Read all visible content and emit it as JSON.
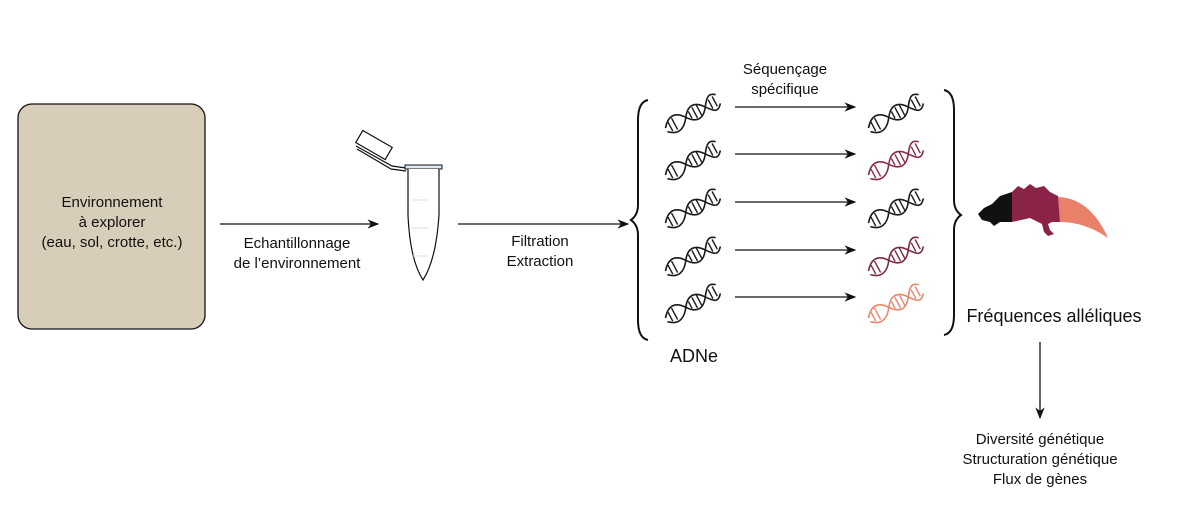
{
  "environment": {
    "lines": [
      "Environnement",
      "à explorer",
      "(eau, sol, crotte, etc.)"
    ],
    "color": "#d8cdb8"
  },
  "step1": {
    "lines": [
      "Echantillonnage",
      "de l’environnement"
    ]
  },
  "step2": {
    "lines": [
      "Filtration",
      "Extraction"
    ]
  },
  "step3": {
    "lines": [
      "Séquençage",
      "spécifique"
    ]
  },
  "edna_label": "ADNe",
  "allele_label": "Fréquences alléliques",
  "outcomes": [
    "Diversité génétique",
    "Structuration génétique",
    "Flux de gènes"
  ],
  "dna_colors": [
    "#1a1a1a",
    "#8b2a4a",
    "#1a1a1a",
    "#7a2a45",
    "#e8866a"
  ],
  "salamander_colors": {
    "head": "#111111",
    "body": "#8b2248",
    "tail": "#e8806a"
  }
}
